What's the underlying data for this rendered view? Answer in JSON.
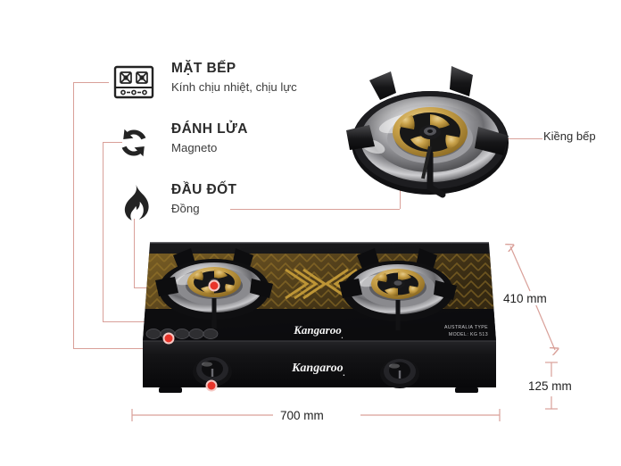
{
  "features": [
    {
      "icon": "cooktop-icon",
      "title": "MẶT BẾP",
      "subtitle": "Kính chịu nhiệt, chịu lực"
    },
    {
      "icon": "ignition-cycle-icon",
      "title": "ĐÁNH LỬA",
      "subtitle": "Magneto"
    },
    {
      "icon": "flame-icon",
      "title": "ĐẦU ĐỐT",
      "subtitle": "Đồng"
    }
  ],
  "callouts": {
    "pan_support": "Kiềng bếp"
  },
  "dimensions": {
    "width": "700 mm",
    "depth": "410 mm",
    "height": "125 mm"
  },
  "product": {
    "brand_top": "Kangaroo",
    "brand_front": "Kangaroo",
    "type_line": "AUSTRALIA TYPE",
    "model_line": "MODEL:     KG 513"
  },
  "colors": {
    "connector": "#d9a099",
    "marker": "#e8342a",
    "text": "#2b2b2b",
    "brass": "#c9a24a",
    "body": "#141414"
  }
}
